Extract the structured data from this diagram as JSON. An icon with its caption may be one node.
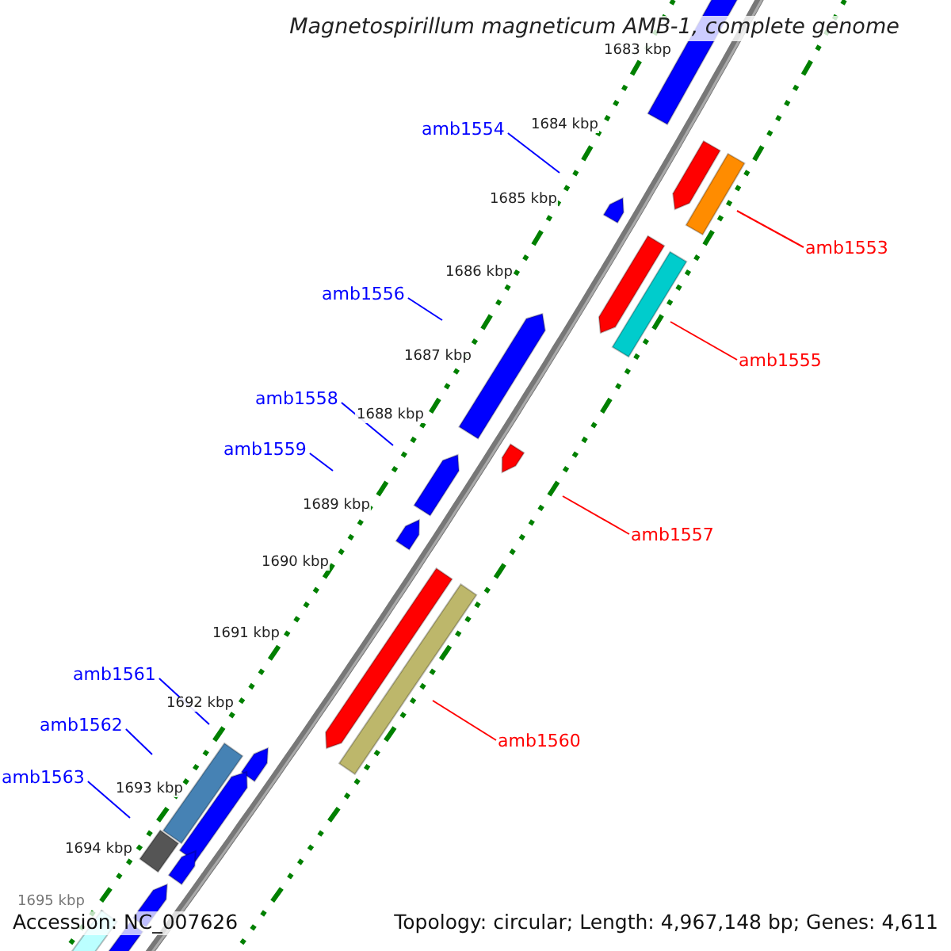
{
  "diagram": {
    "title": "Magnetospirillum magneticum AMB-1, complete genome",
    "nodes": [
      {
        "text": [
          "amb1554"
        ]
      },
      {
        "text": [
          "amb1553"
        ]
      },
      {
        "text": [
          "amb1556"
        ]
      },
      {
        "text": [
          "amb1555"
        ]
      },
      {
        "text": [
          "amb1558"
        ]
      },
      {
        "text": [
          "amb1559"
        ]
      },
      {
        "text": [
          "amb1557"
        ]
      },
      {
        "text": [
          "amb1561"
        ]
      },
      {
        "text": [
          "amb1562"
        ]
      },
      {
        "text": [
          "amb1560"
        ]
      },
      {
        "text": [
          "amb1563"
        ]
      }
    ],
    "edges": [
      {
        "from": 0,
        "to": null,
        "arrow": "none"
      },
      {
        "from": 1,
        "to": null,
        "arrow": "none",
        "color": "#ff0000"
      },
      {
        "from": 2,
        "to": null,
        "arrow": "none"
      },
      {
        "from": 3,
        "to": null,
        "arrow": "none",
        "color": "#ff0000"
      },
      {
        "from": 4,
        "to": null,
        "arrow": "none"
      },
      {
        "from": 5,
        "to": null,
        "arrow": "none"
      },
      {
        "from": 6,
        "to": null,
        "arrow": "none",
        "color": "#ff0000"
      },
      {
        "from": 7,
        "to": null,
        "arrow": "none"
      },
      {
        "from": 8,
        "to": null,
        "arrow": "none"
      },
      {
        "from": 9,
        "to": null,
        "arrow": "none",
        "color": "#ff0000"
      },
      {
        "from": 10,
        "to": null,
        "arrow": "none"
      }
    ],
    "labels": [
      "1683 kbp",
      "1684 kbp",
      "1685 kbp",
      "1686 kbp",
      "1687 kbp",
      "1688 kbp",
      "1689 kbp",
      "1690 kbp",
      "1691 kbp",
      "1692 kbp",
      "1693 kbp",
      "1694 kbp",
      "1695 kbp",
      "Accession: NC_007626",
      "Topology: circular; Length: 4,967,148 bp; Genes: 4,611"
    ]
  }
}
